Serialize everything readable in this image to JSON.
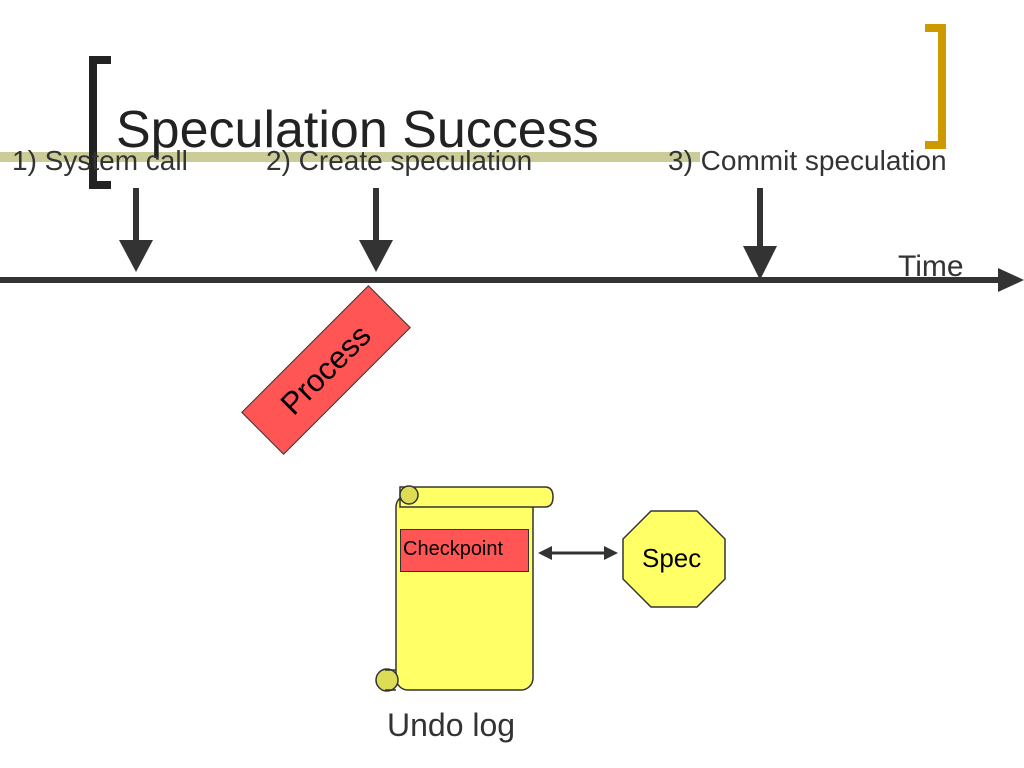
{
  "slide": {
    "title": "Speculation Success",
    "steps": [
      {
        "label": "1) System call"
      },
      {
        "label": "2) Create speculation"
      },
      {
        "label": "3) Commit speculation"
      }
    ],
    "timeline": {
      "label": "Time"
    },
    "process": {
      "label": "Process"
    },
    "undo_log": {
      "label": "Undo log",
      "entry": "Checkpoint"
    },
    "spec": {
      "label": "Spec"
    }
  },
  "colors": {
    "title_bar": "#cccc99",
    "bracket_left": "#222222",
    "bracket_right": "#cc9900",
    "arrow": "#333333",
    "process_fill": "#ff5555",
    "scroll_fill": "#ffff66",
    "spec_fill": "#ffff66"
  },
  "icons": [
    "arrow-down-icon",
    "arrow-right-icon",
    "double-arrow-icon",
    "scroll-icon",
    "octagon-icon",
    "bracket-icon"
  ]
}
